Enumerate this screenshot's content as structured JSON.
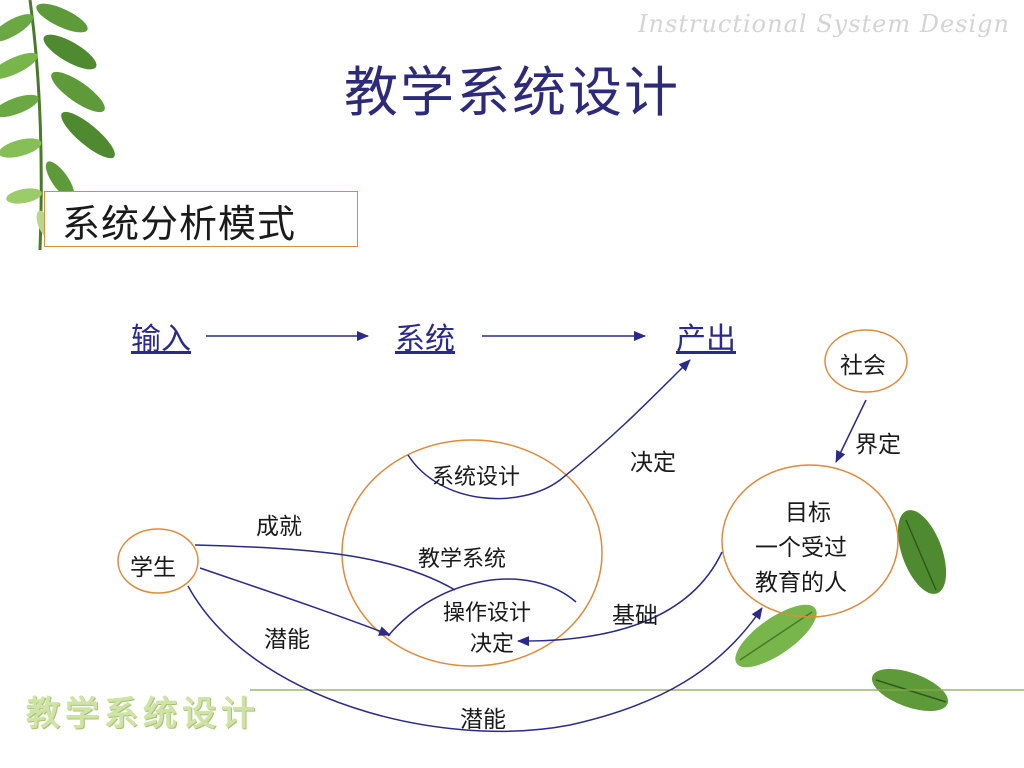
{
  "slide": {
    "watermark": "Instructional System Design",
    "title": "教学系统设计",
    "subtitle": "系统分析模式",
    "footer_logo": "教学系统设计"
  },
  "diagram": {
    "flow": {
      "input": "输入",
      "system": "系统",
      "output": "产出"
    },
    "nodes": {
      "society": "社会",
      "student": "学生",
      "goal_line1": "目标",
      "goal_line2": "一个受过",
      "goal_line3": "教育的人",
      "system_design": "系统设计",
      "teaching_system": "教学系统",
      "operation_design": "操作设计",
      "decide_inner": "决定"
    },
    "edge_labels": {
      "define": "界定",
      "decide": "决定",
      "achievement": "成就",
      "potential_upper": "潜能",
      "foundation": "基础",
      "potential_lower": "潜能"
    }
  },
  "colors": {
    "title": "#2e2a7a",
    "ellipse": "#e08a3c",
    "arrow": "#2a2a8a",
    "footer_line": "#8aa84a"
  }
}
